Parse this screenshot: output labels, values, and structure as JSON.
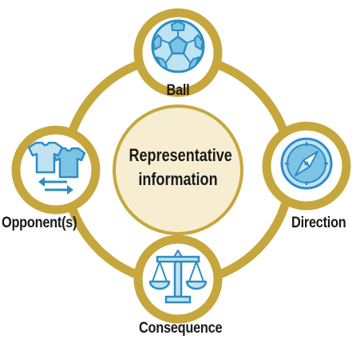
{
  "center": {
    "line1": "Representative",
    "line2": "information"
  },
  "nodes": {
    "top": {
      "label": "Ball",
      "icon": "soccer-ball-icon"
    },
    "right": {
      "label": "Direction",
      "icon": "compass-icon"
    },
    "bottom": {
      "label": "Consequence",
      "icon": "scales-icon"
    },
    "left": {
      "label": "Opponent(s)",
      "icon": "jerseys-swap-icon"
    }
  },
  "colors": {
    "ring": "#C6A73D",
    "center_fill": "#F7EDD0",
    "node_fill": "#FFFFFF",
    "icon_light": "#BFE3F2",
    "icon_mid": "#7CC4E4",
    "icon_stroke": "#2D8CC4"
  }
}
